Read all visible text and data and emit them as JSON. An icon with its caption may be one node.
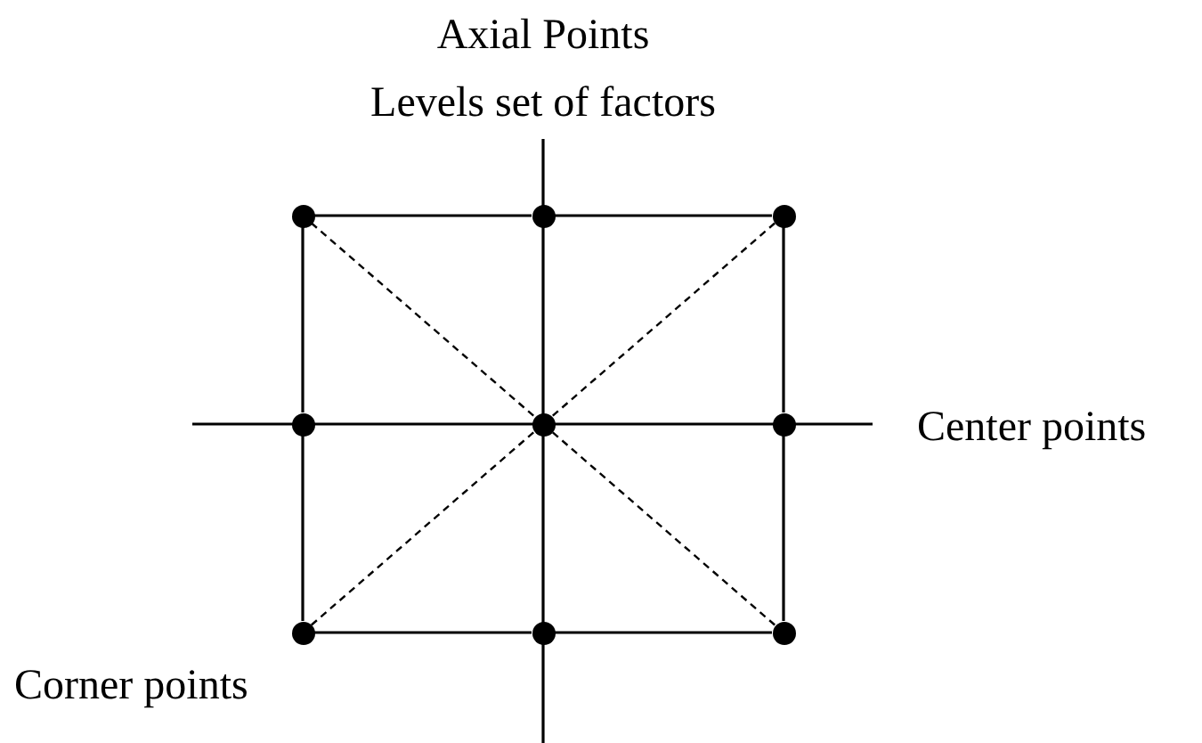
{
  "diagram": {
    "nodes": [
      {
        "text": [],
        "shape": "circle"
      },
      {
        "text": [],
        "shape": "circle"
      },
      {
        "text": [],
        "shape": "circle"
      },
      {
        "text": [],
        "shape": "circle"
      },
      {
        "text": [],
        "shape": "circle"
      },
      {
        "text": [],
        "shape": "circle"
      },
      {
        "text": [],
        "shape": "circle"
      },
      {
        "text": [],
        "shape": "circle"
      },
      {
        "text": [],
        "shape": "circle"
      }
    ],
    "edges": [
      {
        "from": 0,
        "to": 1,
        "arrow": "none"
      },
      {
        "from": 1,
        "to": 2,
        "arrow": "none"
      },
      {
        "from": 0,
        "to": 3,
        "arrow": "none"
      },
      {
        "from": 2,
        "to": 5,
        "arrow": "none"
      },
      {
        "from": 3,
        "to": 6,
        "arrow": "none"
      },
      {
        "from": 5,
        "to": 8,
        "arrow": "none"
      },
      {
        "from": 6,
        "to": 7,
        "arrow": "none"
      },
      {
        "from": 7,
        "to": 8,
        "arrow": "none"
      },
      {
        "from": 0,
        "to": 4,
        "arrow": "none",
        "style": "dashed"
      },
      {
        "from": 2,
        "to": 4,
        "arrow": "none",
        "style": "dashed"
      },
      {
        "from": 6,
        "to": 4,
        "arrow": "none",
        "style": "dashed"
      },
      {
        "from": 8,
        "to": 4,
        "arrow": "none",
        "style": "dashed"
      }
    ],
    "labels": [
      "Axial Points",
      "Levels set of factors",
      "Center points",
      "Corner points"
    ]
  }
}
